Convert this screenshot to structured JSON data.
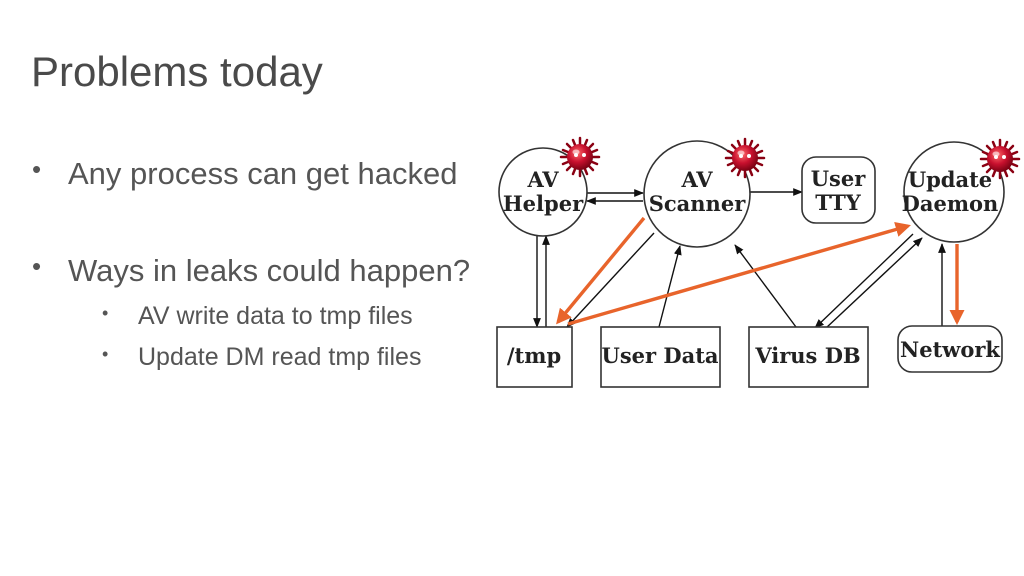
{
  "slide": {
    "title": "Problems today",
    "bullets": [
      {
        "text": "Any process can get hacked",
        "sub": []
      },
      {
        "text": "Ways in leaks could happen?",
        "sub": [
          "AV write data to tmp files",
          "Update DM read tmp files"
        ]
      }
    ],
    "bullet_glyph": "•"
  },
  "diagram": {
    "nodes": {
      "av_helper": {
        "lines": [
          "AV",
          "Helper"
        ],
        "shape": "circle",
        "compromised": true
      },
      "av_scanner": {
        "lines": [
          "AV",
          "Scanner"
        ],
        "shape": "circle",
        "compromised": true
      },
      "user_tty": {
        "lines": [
          "User",
          "TTY"
        ],
        "shape": "rounded",
        "compromised": false
      },
      "update_daemon": {
        "lines": [
          "Update",
          "Daemon"
        ],
        "shape": "circle",
        "compromised": true
      },
      "tmp": {
        "lines": [
          "/tmp"
        ],
        "shape": "box",
        "compromised": false
      },
      "user_data": {
        "lines": [
          "User Data"
        ],
        "shape": "box",
        "compromised": false
      },
      "virus_db": {
        "lines": [
          "Virus DB"
        ],
        "shape": "box",
        "compromised": false
      },
      "network": {
        "lines": [
          "Network"
        ],
        "shape": "rounded",
        "compromised": false
      }
    },
    "colors": {
      "leak_arrow": "#e8642b",
      "line": "#111111",
      "virus": "#c8102e"
    },
    "virus_icon": "virus-icon"
  }
}
